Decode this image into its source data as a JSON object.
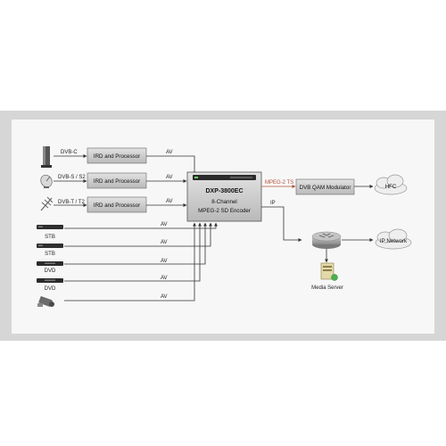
{
  "colors": {
    "panel_bg": "#f7f7f7",
    "outer_bg": "#d6d6d6",
    "box_fill": "#cfcfcf",
    "line": "#333333",
    "mpeg_line": "#b5543a"
  },
  "inputs": {
    "dvbc": {
      "label": "DVB-C",
      "icon": "satellite-receiver-tower-icon"
    },
    "dvbs": {
      "label": "DVB-S / S2",
      "icon": "satellite-dish-icon"
    },
    "dvbt": {
      "label": "DVB-T / T2",
      "icon": "terrestrial-antenna-icon"
    }
  },
  "ird": {
    "label": "IRD and Processor",
    "out_label": "AV"
  },
  "local_sources": [
    {
      "name": "STB",
      "icon": "set-top-box-icon",
      "out_label": "AV"
    },
    {
      "name": "STB",
      "icon": "set-top-box-icon",
      "out_label": "AV"
    },
    {
      "name": "DVD",
      "icon": "dvd-player-icon",
      "out_label": "AV"
    },
    {
      "name": "DVD",
      "icon": "dvd-player-icon",
      "out_label": "AV"
    },
    {
      "name": "",
      "icon": "camera-icon",
      "out_label": "AV"
    }
  ],
  "encoder": {
    "model": "DXP-3800EC",
    "line1": "8-Channel",
    "line2": "MPEG-2 SD Encoder"
  },
  "outputs": {
    "mpeg_label": "MPEG-2 TS",
    "ip_label": "IP",
    "modulator": "DVB QAM Modulator",
    "hfc": "HFC",
    "ip_network": "IP Network",
    "media_server": "Media Server"
  }
}
